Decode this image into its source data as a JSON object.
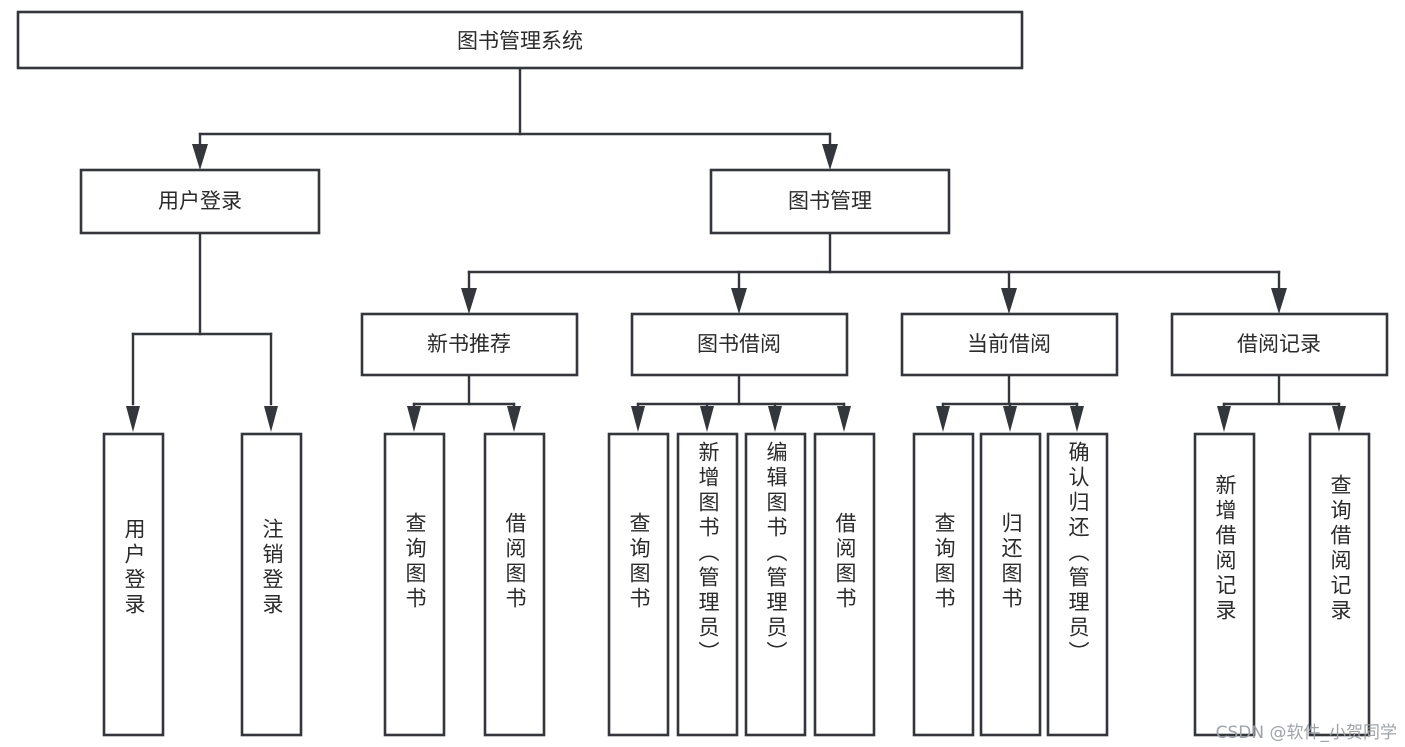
{
  "diagram": {
    "type": "tree",
    "title": "图书管理系统",
    "orientation": "top-down",
    "watermark": "CSDN @软件_小贺同学",
    "colors": {
      "box_stroke": "#33363b",
      "box_fill": "#ffffff",
      "connector": "#33363b",
      "text": "#2b2b2b",
      "background": "#ffffff",
      "watermark": "#9aa0a6"
    },
    "root": {
      "id": "root",
      "label": "图书管理系统",
      "text_orientation": "horizontal"
    },
    "level2": [
      {
        "id": "user-login",
        "label": "用户登录",
        "text_orientation": "horizontal"
      },
      {
        "id": "book-manage",
        "label": "图书管理",
        "text_orientation": "horizontal"
      }
    ],
    "level3": [
      {
        "id": "new-book-rec",
        "label": "新书推荐",
        "parent": "book-manage",
        "text_orientation": "horizontal"
      },
      {
        "id": "book-borrow",
        "label": "图书借阅",
        "parent": "book-manage",
        "text_orientation": "horizontal"
      },
      {
        "id": "current-borrow",
        "label": "当前借阅",
        "parent": "book-manage",
        "text_orientation": "horizontal"
      },
      {
        "id": "borrow-record",
        "label": "借阅记录",
        "parent": "book-manage",
        "text_orientation": "horizontal"
      }
    ],
    "leaves": [
      {
        "id": "leaf-user-login",
        "label": "用户登录",
        "parent": "user-login",
        "text_orientation": "vertical"
      },
      {
        "id": "leaf-user-logout",
        "label": "注销登录",
        "parent": "user-login",
        "text_orientation": "vertical"
      },
      {
        "id": "leaf-query-book-1",
        "label": "查询图书",
        "parent": "new-book-rec",
        "text_orientation": "vertical"
      },
      {
        "id": "leaf-borrow-book-1",
        "label": "借阅图书",
        "parent": "new-book-rec",
        "text_orientation": "vertical"
      },
      {
        "id": "leaf-query-book-2",
        "label": "查询图书",
        "parent": "book-borrow",
        "text_orientation": "vertical"
      },
      {
        "id": "leaf-add-book",
        "label": "新增图书（管理员）",
        "parent": "book-borrow",
        "text_orientation": "vertical"
      },
      {
        "id": "leaf-edit-book",
        "label": "编辑图书（管理员）",
        "parent": "book-borrow",
        "text_orientation": "vertical"
      },
      {
        "id": "leaf-borrow-book-2",
        "label": "借阅图书",
        "parent": "book-borrow",
        "text_orientation": "vertical"
      },
      {
        "id": "leaf-query-book-3",
        "label": "查询图书",
        "parent": "current-borrow",
        "text_orientation": "vertical"
      },
      {
        "id": "leaf-return-book",
        "label": "归还图书",
        "parent": "current-borrow",
        "text_orientation": "vertical"
      },
      {
        "id": "leaf-confirm-return",
        "label": "确认归还（管理员）",
        "parent": "current-borrow",
        "text_orientation": "vertical"
      },
      {
        "id": "leaf-add-record",
        "label": "新增借阅记录",
        "parent": "borrow-record",
        "text_orientation": "vertical"
      },
      {
        "id": "leaf-query-record",
        "label": "查询借阅记录",
        "parent": "borrow-record",
        "text_orientation": "vertical"
      }
    ]
  }
}
